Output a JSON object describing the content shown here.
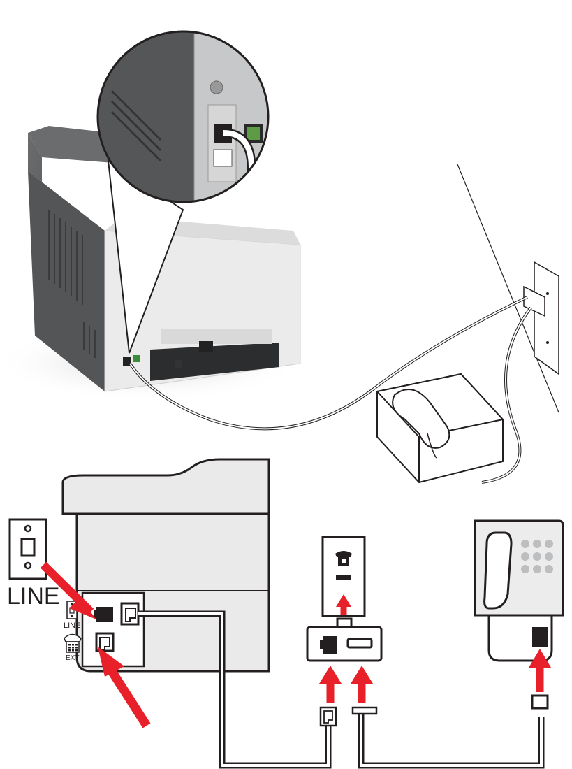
{
  "labels": {
    "wall_jack": "LINE",
    "port_line": "LINE",
    "port_ext": "EXT"
  },
  "colors": {
    "arrow": "#e8202a",
    "printer_dark": "#4a4b4c",
    "printer_light": "#eeeeee",
    "outline": "#231f20",
    "device_fill": "#f0f0f0",
    "port_fill": "#231f20"
  },
  "icons": [
    "printer",
    "magnifier-callout",
    "wall-jack",
    "splitter",
    "telephone",
    "phone-handset-icon",
    "rj11-plug"
  ]
}
